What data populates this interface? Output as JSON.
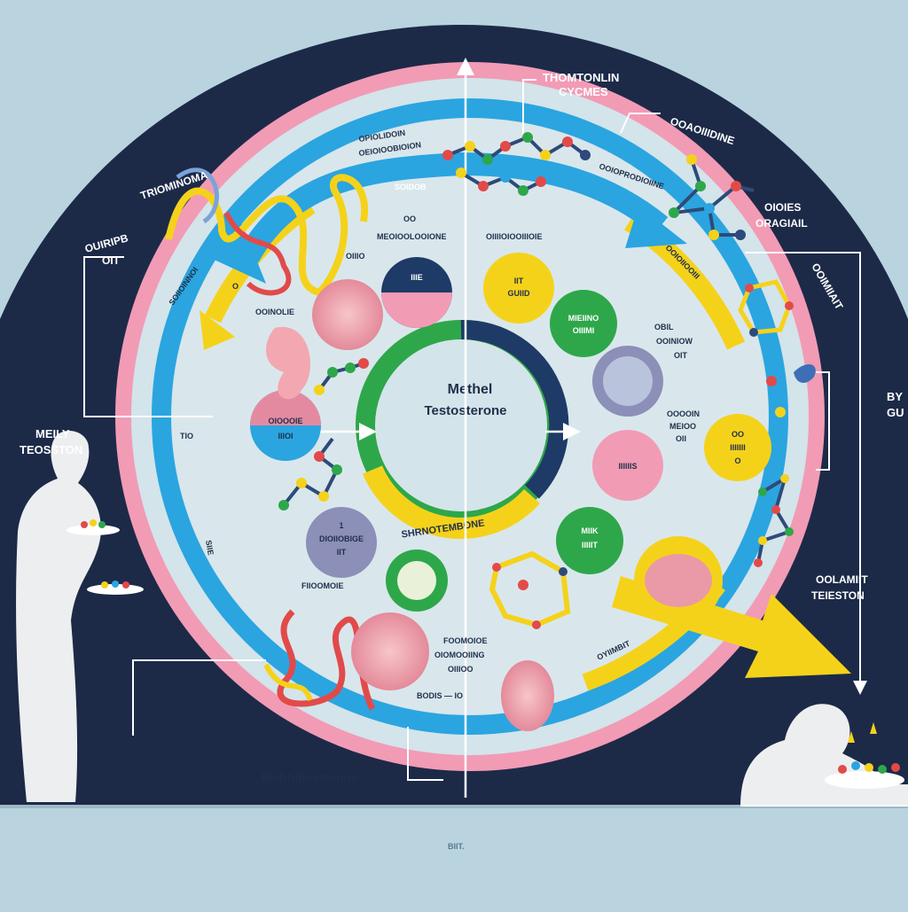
{
  "colors": {
    "background": "#b9d4df",
    "dark_panel": "#1c2a48",
    "pink_ring": "#f29bb5",
    "blue_ring": "#2aa5e0",
    "yellow": "#f5d21a",
    "green": "#2ea74a",
    "navy": "#1e3a66"
  },
  "center": {
    "line1": "Methel",
    "line2": "Testosterone",
    "band": "SHRNOTEMBONE"
  },
  "top": {
    "line1": "THOMTONLIN",
    "line2": "CYCMES"
  },
  "left_outer": {
    "label": "TRIOMINOMA",
    "label2": "OUIRIPB",
    "label3": "OIT"
  },
  "left_person": {
    "line1": "MEILY",
    "line2": "TEOSSTON"
  },
  "right_outer": {
    "top": "OOAOIIIDINE",
    "mid1": "OIOIES",
    "mid2": "ORAGIAIL",
    "side": "OOIMIIAIT",
    "edge1": "BY",
    "edge2": "GU",
    "low1": "OOLAMIIT",
    "low2": "TEIESTON"
  },
  "ring_labels": {
    "upper_left1": "OPIOLIDOIN",
    "upper_left2": "OEIOIOOBIOION",
    "upper_arrow": "SOIDOB",
    "ring_left_small": "O",
    "left_seg": "SOIIOINNOI",
    "right_arrow": "OOIOPRODIOIINE",
    "right_seg": "OOIOIIOOIII",
    "bottom": "BODIS — IO",
    "bottom_arrow": "OYIIMBIT",
    "left_tio": "TIO",
    "left_low": "SIIE"
  },
  "inner_labels": {
    "a1": "OO",
    "a2": "MEOIOOLOOIONE",
    "a3": "OIIIIOIOOIIIOIE",
    "a4": "OIIIO",
    "b1": "OOINOLIE",
    "c1": "OBIL",
    "c2": "OOINIOW",
    "c3": "OIT",
    "d1": "OOOOIN",
    "d2": "MEIOO",
    "d3": "OII",
    "e1": "FIIOOMOIE",
    "f1": "FOOMOIOE",
    "f2": "OIOMOOIING",
    "f3": "OIIIOO"
  },
  "circles": {
    "navy_pink": "IIIE",
    "yellow_top": "IIT\nGUIID",
    "green_top": "MIEIINO\nOIIIMI",
    "blue_left": "OIOOOIE\nIIIOI",
    "pink_right": "IIIIIIS",
    "yellow_right": "OO\nIIIIIII\nO",
    "purple_left": "1\nDIOIIOBIGE\nIIT",
    "green_bottom": "MIIK\nIIIIIT"
  },
  "bottom": {
    "caption": "Mohhiltestorone",
    "footer": "BIIT."
  }
}
